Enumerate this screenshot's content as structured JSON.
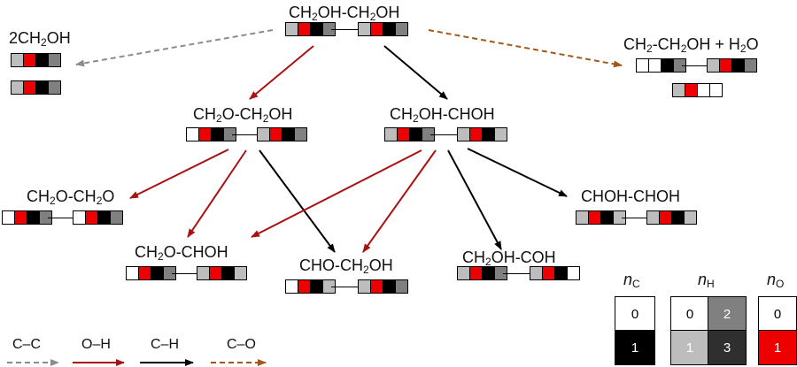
{
  "colors": {
    "cc": "#8c8c8c",
    "oh": "#aa1111",
    "ch": "#000000",
    "co": "#a3581a",
    "cell_empty": "#ffffff",
    "cell_light": "#bdbdbd",
    "cell_mid": "#808080",
    "cell_dark": "#2f2f2f",
    "cell_black": "#000000",
    "cell_red": "#ee0000"
  },
  "nodes": {
    "eg": "CH₂OH-CH₂OH",
    "methanol": "2CH₂OH",
    "ethyl": "CH₂-CH₂OH + H₂O",
    "ch2o_ch2oh": "CH₂O-CH₂OH",
    "ch2oh_choh": "CH₂OH-CHOH",
    "ch2o_ch2o": "CH₂O-CH₂O",
    "ch2o_choh": "CH₂O-CHOH",
    "cho_ch2oh": "CHO-CH₂OH",
    "ch2oh_coh": "CH₂OH-COH",
    "choh_choh": "CHOH-CHOH"
  },
  "legend": {
    "n_c": {
      "title": "n",
      "sub": "C",
      "values": [
        "0",
        "1"
      ]
    },
    "n_h": {
      "title": "n",
      "sub": "H",
      "values": [
        "0",
        "2",
        "1",
        "3"
      ]
    },
    "n_o": {
      "title": "n",
      "sub": "O",
      "values": [
        "0",
        "1"
      ]
    }
  },
  "bond_key": [
    {
      "label": "C–C",
      "style": "dashed-gray"
    },
    {
      "label": "O–H",
      "style": "solid-red"
    },
    {
      "label": "C–H",
      "style": "solid-black"
    },
    {
      "label": "C–O",
      "style": "dashed-brown"
    }
  ]
}
